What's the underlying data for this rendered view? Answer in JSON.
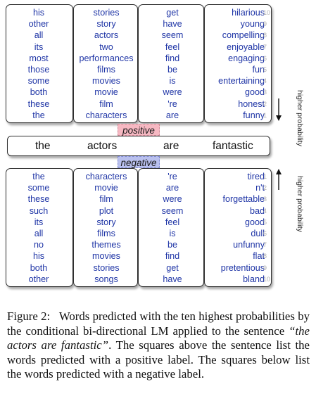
{
  "positive": {
    "label": "positive",
    "columns": [
      {
        "words": [
          "his",
          "other",
          "all",
          "its",
          "most",
          "those",
          "some",
          "both",
          "these",
          "the"
        ]
      },
      {
        "words": [
          "stories",
          "story",
          "actors",
          "two",
          "performances",
          "films",
          "movies",
          "movie",
          "film",
          "characters"
        ]
      },
      {
        "words": [
          "get",
          "have",
          "seem",
          "feel",
          "find",
          "be",
          "is",
          "were",
          "'re",
          "are"
        ]
      },
      {
        "words": [
          "hilarious",
          "young",
          "compelling",
          "enjoyable",
          "engaging",
          "fun",
          "entertaining",
          "good",
          "honest",
          "funny"
        ]
      }
    ],
    "ranks": [
      "10",
      "9",
      "8",
      "7",
      "6",
      "5",
      "4",
      "3",
      "2",
      "1"
    ],
    "axis_label": "higher probability"
  },
  "sentence": [
    "the",
    "actors",
    "are",
    "fantastic"
  ],
  "negative": {
    "label": "negative",
    "columns": [
      {
        "words": [
          "the",
          "some",
          "these",
          "such",
          "its",
          "all",
          "no",
          "his",
          "both",
          "other"
        ]
      },
      {
        "words": [
          "characters",
          "movie",
          "film",
          "plot",
          "story",
          "films",
          "themes",
          "movies",
          "stories",
          "songs"
        ]
      },
      {
        "words": [
          "'re",
          "are",
          "were",
          "seem",
          "feel",
          "is",
          "be",
          "find",
          "get",
          "have"
        ]
      },
      {
        "words": [
          "tired",
          "n't",
          "forgettable",
          "bad",
          "good",
          "dull",
          "unfunny",
          "flat",
          "pretentious",
          "bland"
        ]
      }
    ],
    "ranks": [
      "1",
      "2",
      "3",
      "4",
      "5",
      "6",
      "7",
      "8",
      "9",
      "10"
    ],
    "axis_label": "higher probability"
  },
  "caption": {
    "label": "Figure 2:",
    "text_before": "Words predicted with the ten highest probabilities by the conditional bi-directional LM applied to the sentence ",
    "sentence_quote": "“the actors are fantastic”",
    "text_after": ". The squares above the sentence list the words predicted with a positive label. The squares below list the words predicted with a negative label."
  },
  "colors": {
    "word": "#1f35a6",
    "positive_tag": "#f6b8c2",
    "negative_tag": "#b9c0ee",
    "rank": "#b0b0b0"
  }
}
